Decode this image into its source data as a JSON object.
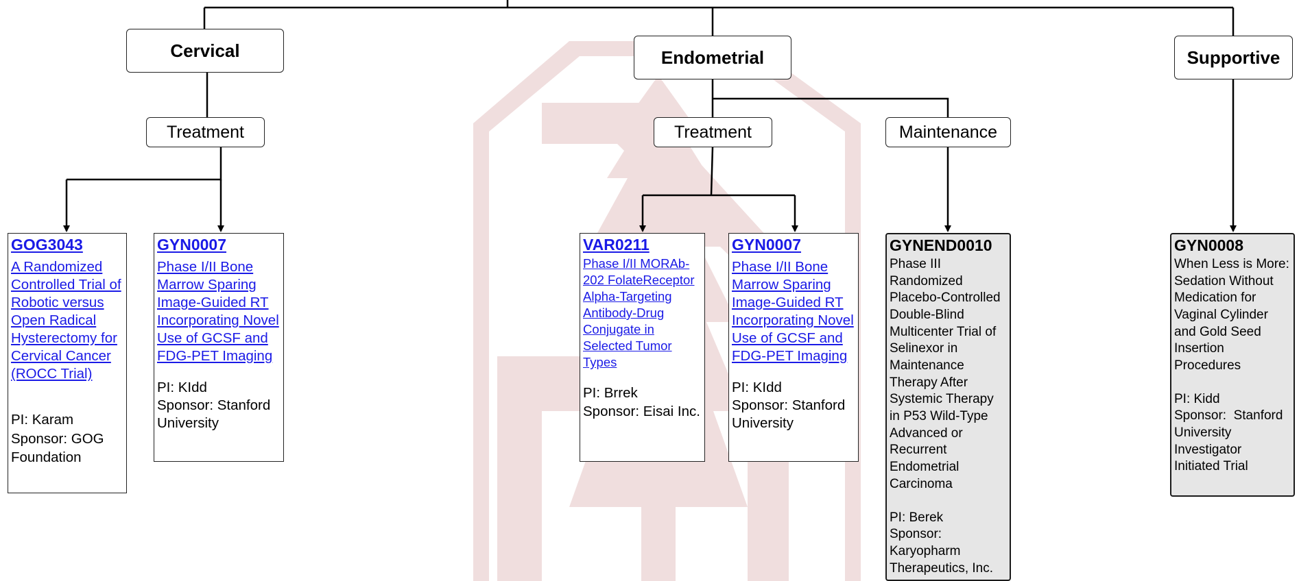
{
  "categories": [
    {
      "key": "cervical",
      "label": "Cervical"
    },
    {
      "key": "endometrial",
      "label": "Endometrial"
    },
    {
      "key": "supportive",
      "label": "Supportive"
    }
  ],
  "subcategories": {
    "cervical_treatment": "Treatment",
    "endometrial_treatment": "Treatment",
    "endometrial_maintenance": "Maintenance"
  },
  "trials": [
    {
      "id": "GOG3043",
      "title": "A Randomized Controlled Trial of Robotic versus Open Radical Hysterectomy for Cervical Cancer (ROCC Trial)",
      "pi": "PI: Karam",
      "sponsor": "Sponsor: GOG Foundation",
      "link": true
    },
    {
      "id": "GYN0007",
      "title": "Phase I/II Bone Marrow Sparing Image-Guided RT Incorporating Novel Use of GCSF and FDG-PET Imaging",
      "pi": "PI: KIdd",
      "sponsor": "Sponsor: Stanford University",
      "link": true
    },
    {
      "id": "VAR0211",
      "title": "Phase I/II MORAb-202 FolateReceptor Alpha-Targeting Antibody-Drug Conjugate in Selected Tumor Types",
      "pi": "PI: Brrek",
      "sponsor": "Sponsor: Eisai Inc.",
      "link": true
    },
    {
      "id": "GYN0007",
      "title": "Phase I/II Bone Marrow Sparing Image-Guided RT Incorporating Novel Use of GCSF and FDG-PET Imaging",
      "pi": "PI: KIdd",
      "sponsor": "Sponsor: Stanford University",
      "link": true
    },
    {
      "id": "GYNEND0010",
      "title": "Phase III Randomized Placebo-Controlled Double-Blind Multicenter Trial of Selinexor in Maintenance Therapy After Systemic Therapy in P53 Wild-Type Advanced or Recurrent Endometrial Carcinoma",
      "pi": "PI: Berek",
      "sponsor": "Sponsor: Karyopharm Therapeutics, Inc.",
      "link": false
    },
    {
      "id": "GYN0008",
      "title": "When Less is More: Sedation Without Medication for Vaginal Cylinder and Gold Seed Insertion Procedures",
      "pi": "PI: Kidd",
      "sponsor": "Sponsor:  Stanford University Investigator Initiated Trial",
      "link": false
    }
  ],
  "colors": {
    "link": "#1a1ae6",
    "watermark": "#f0dede",
    "grey_box": "#e6e6e6",
    "line": "#000000"
  },
  "icons": {
    "watermark": "stanford-tree-logo"
  }
}
